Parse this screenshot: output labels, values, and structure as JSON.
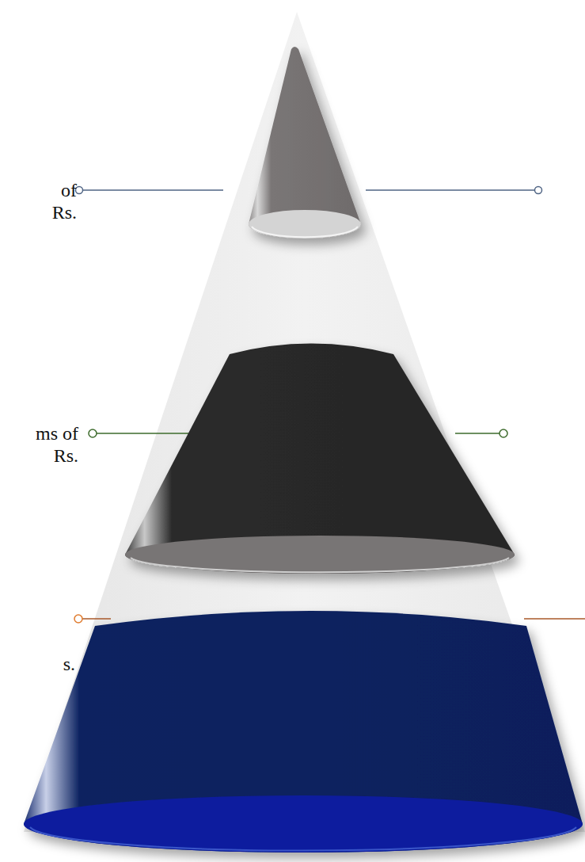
{
  "diagram": {
    "labels": [
      "of Rs.",
      "ms of Rs.",
      "s."
    ]
  }
}
